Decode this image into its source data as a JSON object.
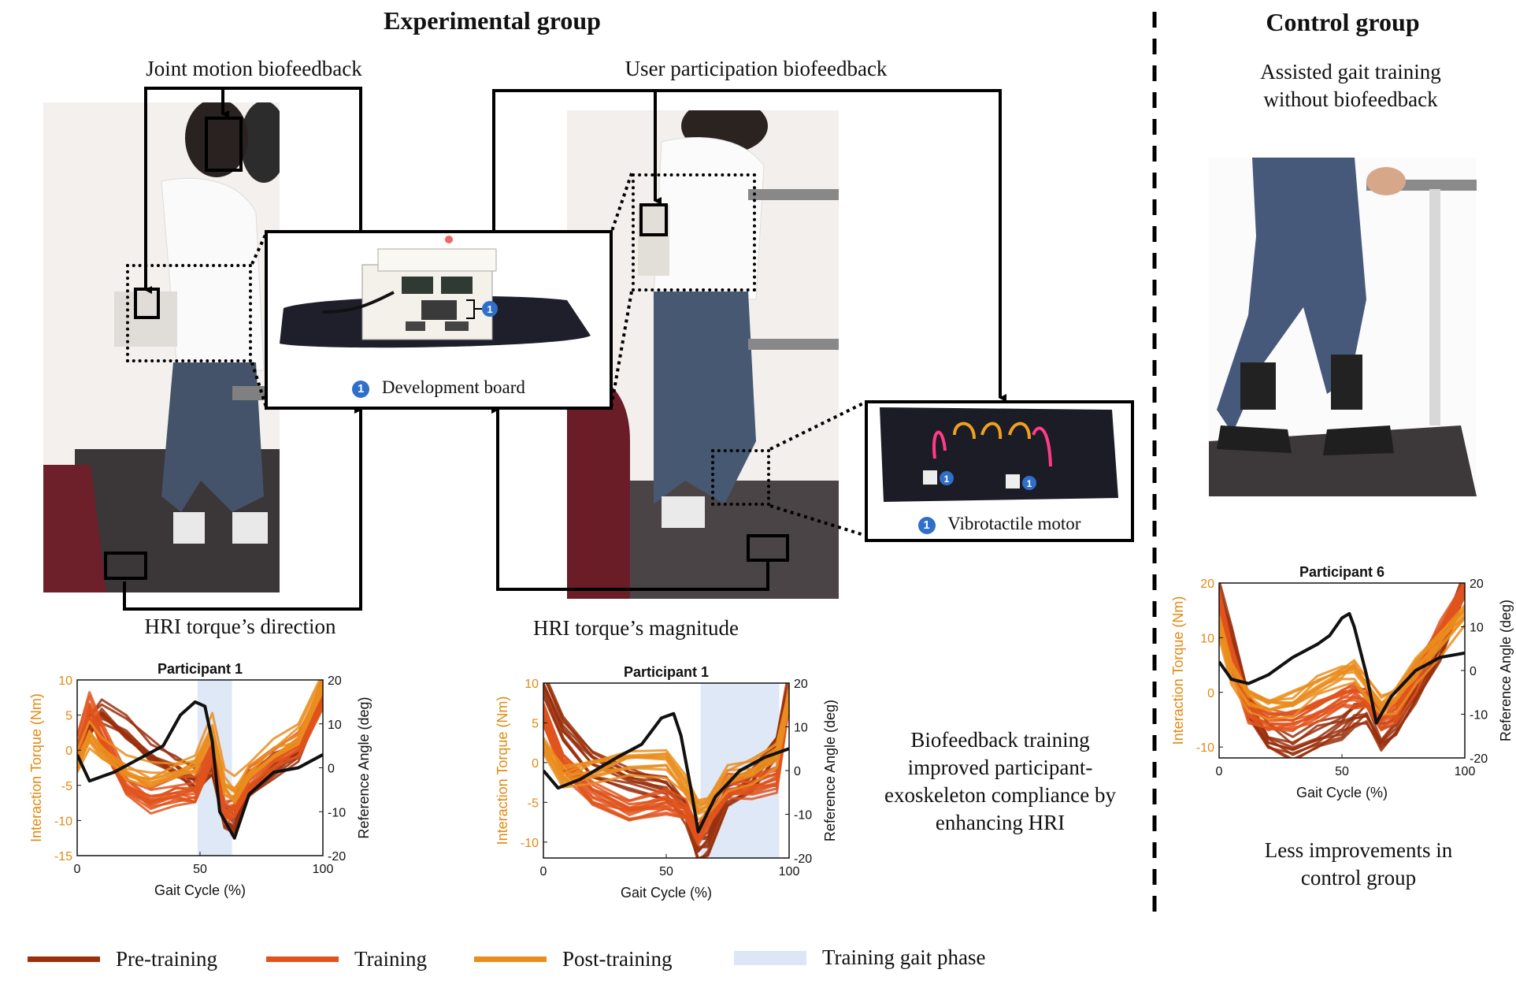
{
  "experimental": {
    "title": "Experimental group",
    "joint_caption": "Joint motion biofeedback",
    "user_caption": "User participation biofeedback",
    "direction_caption": "HRI torque’s direction",
    "magnitude_caption": "HRI torque’s magnitude",
    "dev_board_label": "Development board",
    "vibro_label": "Vibrotactile motor",
    "badge": "1",
    "summary": "Biofeedback training improved participant-exoskeleton compliance by enhancing HRI"
  },
  "control": {
    "title": "Control group",
    "subtitle": "Assisted gait training without biofeedback",
    "summary": "Less improvements in control group"
  },
  "legend": [
    {
      "label": "Pre-training",
      "color": "#9a2f0c"
    },
    {
      "label": "Training",
      "color": "#e0531c"
    },
    {
      "label": "Post-training",
      "color": "#ea8d1d"
    },
    {
      "label": "Training gait phase",
      "color": "#dce6f5"
    }
  ],
  "chart_data": [
    {
      "type": "line",
      "title": "Participant 1",
      "xlabel": "Gait Cycle (%)",
      "ylabel": "Interaction Torque (Nm)",
      "y2label": "Reference Angle (deg)",
      "xlim": [
        0,
        100
      ],
      "ylim": [
        -15,
        10
      ],
      "y2lim": [
        -20,
        20
      ],
      "x_ticks": [
        "0",
        "50",
        "100"
      ],
      "y_ticks": [
        "10",
        "5",
        "0",
        "-5",
        "-10",
        "-15"
      ],
      "y2_ticks": [
        "20",
        "10",
        "0",
        "-10",
        "-20"
      ],
      "highlight_range": [
        49,
        63
      ],
      "series": [
        {
          "group": "pre",
          "x": [
            0,
            5,
            10,
            20,
            30,
            40,
            48,
            55,
            60,
            64,
            70,
            80,
            90,
            100
          ],
          "y": [
            -1,
            4,
            6,
            3,
            0,
            -2,
            -4,
            -2,
            -9,
            -10,
            -5,
            -2,
            0,
            9
          ]
        },
        {
          "group": "training",
          "x": [
            0,
            5,
            10,
            20,
            30,
            40,
            48,
            55,
            60,
            64,
            70,
            80,
            90,
            100
          ],
          "y": [
            0,
            6,
            2,
            -5,
            -7,
            -6,
            -6,
            0,
            -9,
            -8,
            -4,
            -1,
            1,
            7
          ]
        },
        {
          "group": "post",
          "x": [
            0,
            5,
            10,
            20,
            30,
            40,
            48,
            55,
            60,
            64,
            70,
            80,
            90,
            100
          ],
          "y": [
            -2,
            2,
            0,
            -3,
            -4,
            -3,
            -2,
            3,
            -5,
            -6,
            -3,
            0,
            2,
            10
          ]
        },
        {
          "group": "angle",
          "x": [
            0,
            5,
            15,
            25,
            35,
            42,
            48,
            52,
            55,
            58,
            64,
            70,
            80,
            90,
            100
          ],
          "y2": [
            3,
            -3,
            -1,
            2,
            5,
            12,
            15,
            14,
            6,
            -10,
            -16,
            -6,
            -1,
            0,
            3
          ]
        }
      ]
    },
    {
      "type": "line",
      "title": "Participant 1",
      "xlabel": "Gait Cycle (%)",
      "ylabel": "Interaction Torque (Nm)",
      "y2label": "Reference Angle (deg)",
      "xlim": [
        0,
        100
      ],
      "ylim": [
        -12,
        10
      ],
      "y2lim": [
        -20,
        20
      ],
      "x_ticks": [
        "0",
        "50",
        "100"
      ],
      "y_ticks": [
        "10",
        "5",
        "0",
        "-5",
        "-10"
      ],
      "y2_ticks": [
        "20",
        "10",
        "0",
        "-10",
        "-20"
      ],
      "highlight_range": [
        64,
        96
      ],
      "series": [
        {
          "group": "pre",
          "x": [
            0,
            8,
            20,
            35,
            50,
            58,
            63,
            67,
            75,
            85,
            95,
            100
          ],
          "y": [
            10,
            4,
            0,
            -2,
            -3,
            -6,
            -11,
            -10,
            -4,
            -2,
            2,
            10
          ]
        },
        {
          "group": "training",
          "x": [
            0,
            8,
            20,
            35,
            50,
            58,
            63,
            67,
            75,
            85,
            95,
            100
          ],
          "y": [
            6,
            0,
            -4,
            -6,
            -5,
            -6,
            -9,
            -7,
            -3,
            -3,
            -2,
            9
          ]
        },
        {
          "group": "post",
          "x": [
            0,
            8,
            20,
            35,
            50,
            58,
            63,
            67,
            75,
            85,
            95,
            100
          ],
          "y": [
            2,
            -2,
            -1,
            0,
            0,
            -3,
            -6,
            -5,
            -2,
            -1,
            1,
            8
          ]
        },
        {
          "group": "angle",
          "x": [
            0,
            6,
            15,
            30,
            40,
            48,
            53,
            56,
            60,
            63,
            70,
            80,
            90,
            100
          ],
          "y2": [
            0,
            -4,
            -2,
            3,
            6,
            12,
            13,
            8,
            -4,
            -14,
            -6,
            0,
            3,
            5
          ]
        }
      ]
    },
    {
      "type": "line",
      "title": "Participant 6",
      "xlabel": "Gait Cycle (%)",
      "ylabel": "Interaction Torque (Nm)",
      "y2label": "Reference Angle (deg)",
      "xlim": [
        0,
        100
      ],
      "ylim": [
        -12,
        20
      ],
      "y2lim": [
        -20,
        20
      ],
      "x_ticks": [
        "0",
        "50",
        "100"
      ],
      "y_ticks": [
        "20",
        "10",
        "0",
        "-10"
      ],
      "y2_ticks": [
        "20",
        "10",
        "0",
        "-10",
        "-20"
      ],
      "series": [
        {
          "group": "pre",
          "x": [
            0,
            5,
            12,
            20,
            30,
            40,
            50,
            55,
            60,
            66,
            72,
            80,
            90,
            100
          ],
          "y": [
            18,
            10,
            -2,
            -8,
            -10,
            -8,
            -6,
            -4,
            -3,
            -8,
            -6,
            0,
            8,
            20
          ]
        },
        {
          "group": "training",
          "x": [
            0,
            5,
            12,
            20,
            30,
            40,
            50,
            55,
            60,
            66,
            72,
            80,
            90,
            100
          ],
          "y": [
            16,
            6,
            -4,
            -6,
            -6,
            -4,
            -2,
            -1,
            -2,
            -6,
            -4,
            2,
            10,
            18
          ]
        },
        {
          "group": "post",
          "x": [
            0,
            5,
            12,
            20,
            30,
            40,
            50,
            55,
            60,
            66,
            72,
            80,
            90,
            100
          ],
          "y": [
            12,
            4,
            -1,
            -3,
            -2,
            1,
            3,
            4,
            1,
            -3,
            -1,
            4,
            9,
            14
          ]
        },
        {
          "group": "angle",
          "x": [
            0,
            5,
            12,
            20,
            30,
            40,
            45,
            50,
            53,
            55,
            60,
            64,
            70,
            80,
            90,
            100
          ],
          "y2": [
            2,
            -2,
            -3,
            -1,
            3,
            6,
            8,
            12,
            13,
            10,
            -1,
            -12,
            -6,
            0,
            3,
            4
          ]
        }
      ]
    }
  ]
}
